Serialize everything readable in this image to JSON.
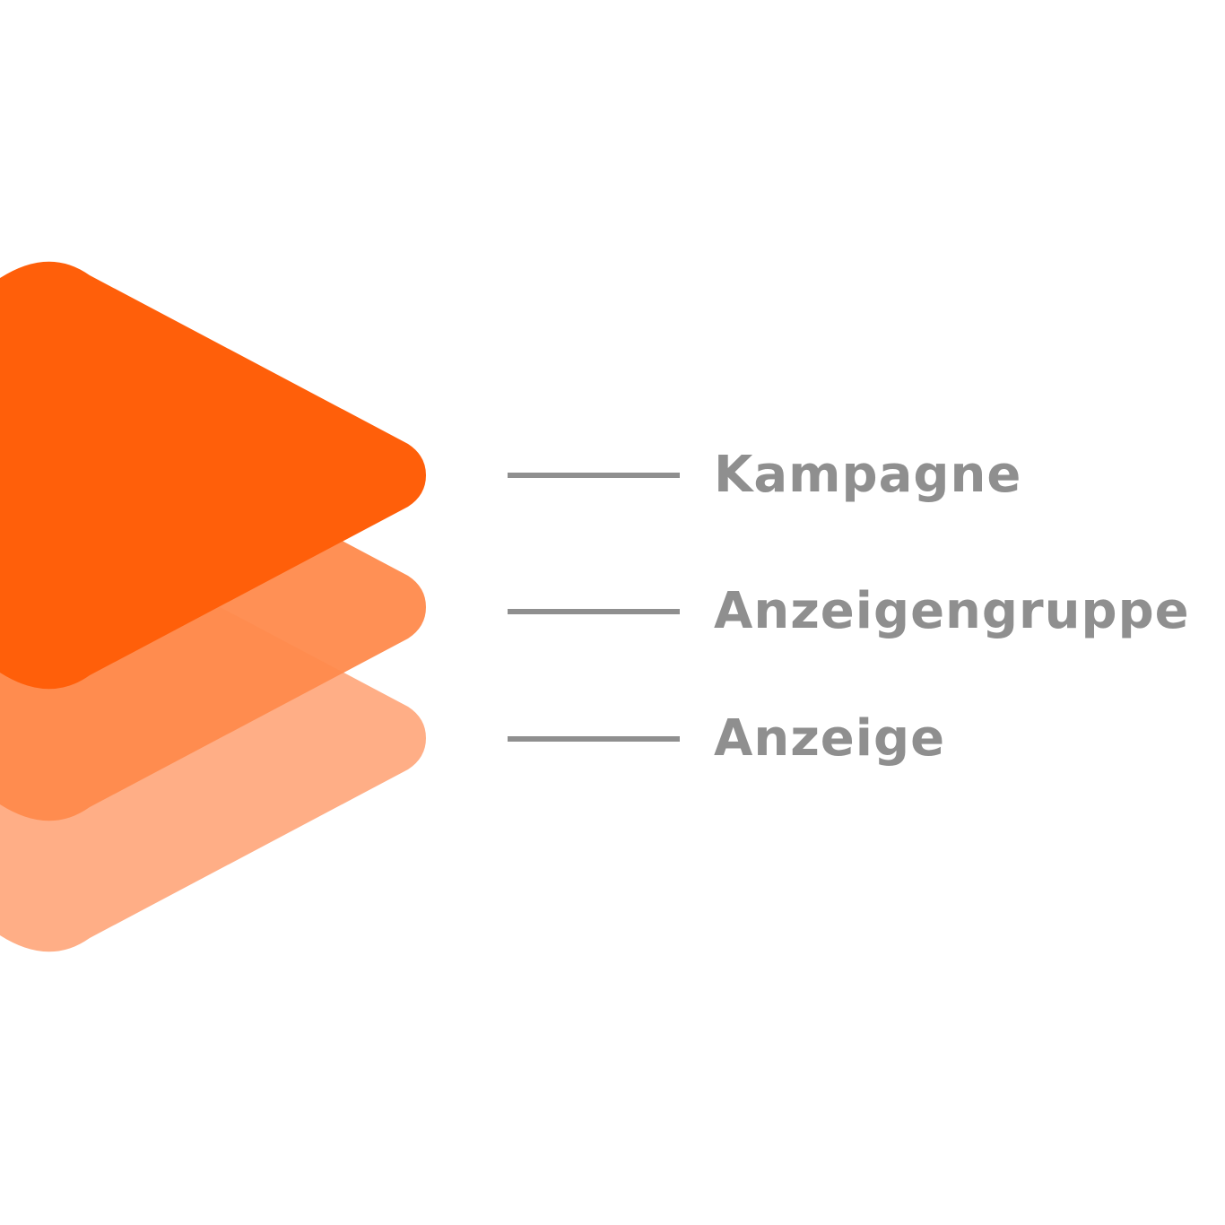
{
  "colors": {
    "layer_top": "#FF5F0A",
    "layer_middle": "#FF8A4C",
    "layer_bottom": "#FFAE86",
    "line": "#8F8F8F",
    "label": "#8F8F8F"
  },
  "levels": [
    {
      "label": "Kampagne"
    },
    {
      "label": "Anzeigengruppe"
    },
    {
      "label": "Anzeige"
    }
  ]
}
